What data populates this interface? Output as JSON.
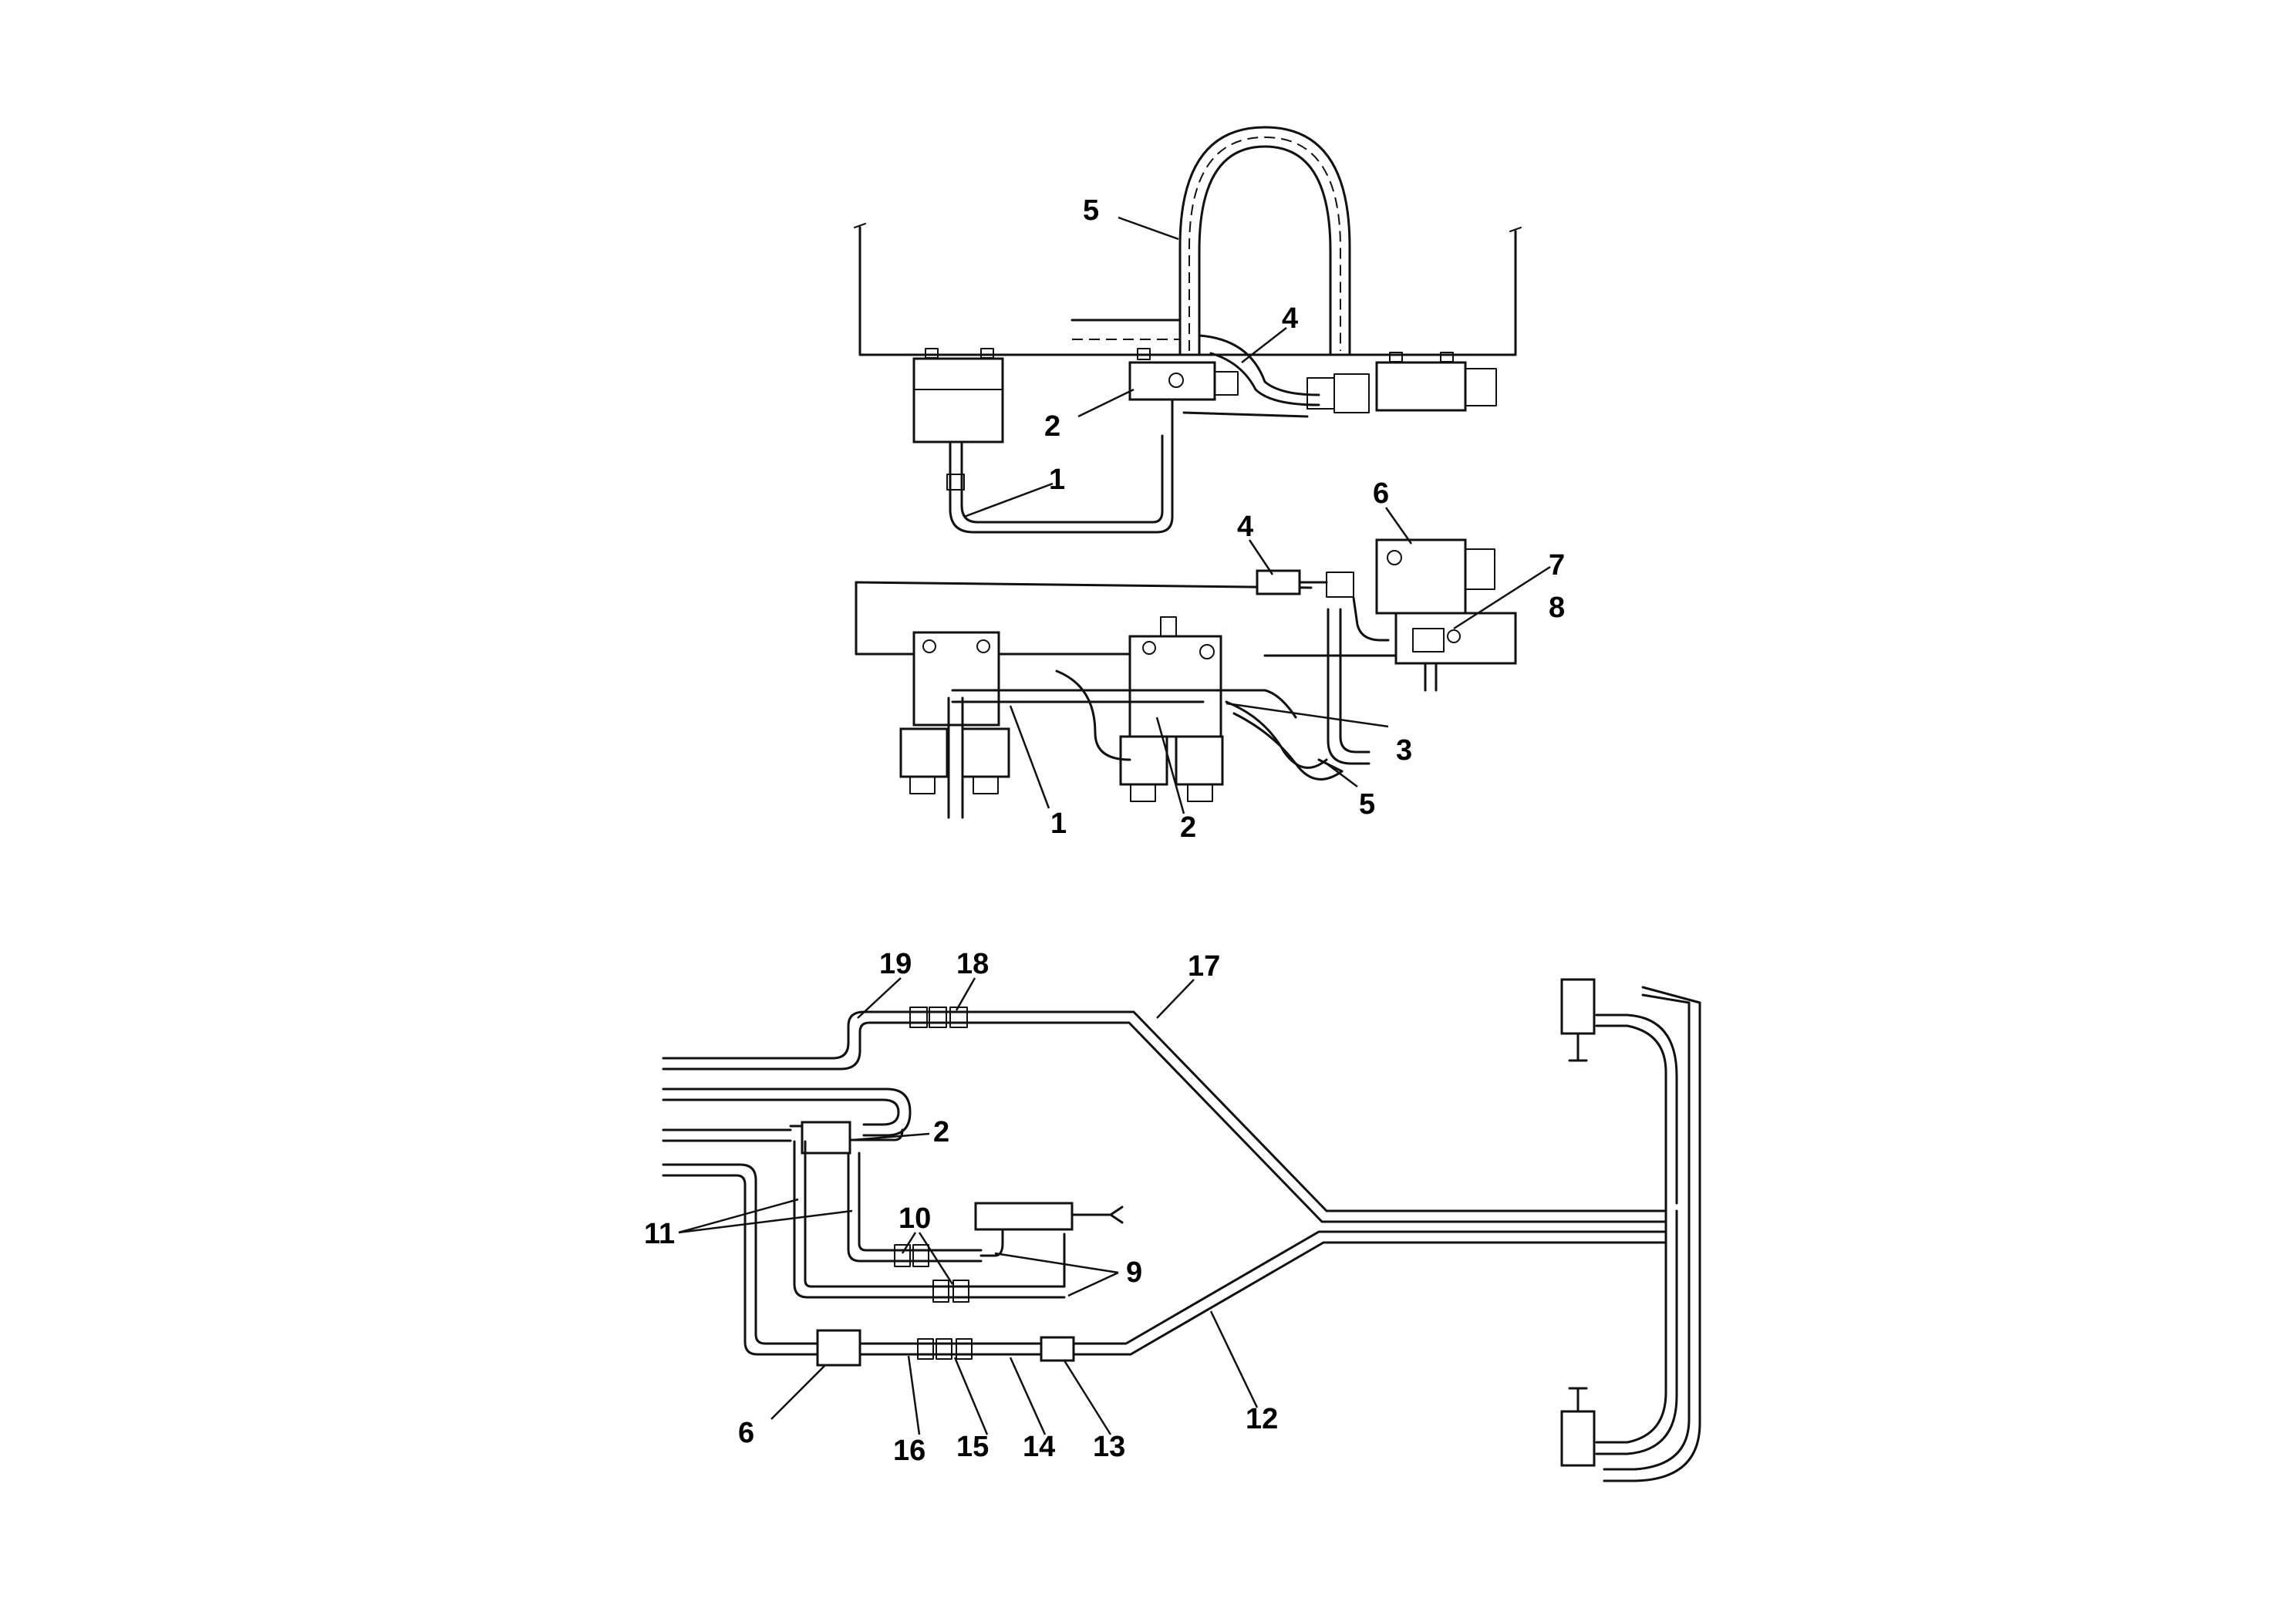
{
  "callouts": {
    "top": [
      "5",
      "4",
      "2",
      "1"
    ],
    "middle": [
      "6",
      "4",
      "7",
      "8",
      "3",
      "5",
      "1",
      "2"
    ],
    "bottom": [
      "19",
      "18",
      "17",
      "2",
      "11",
      "10",
      "9",
      "6",
      "16",
      "15",
      "14",
      "13",
      "12"
    ]
  }
}
